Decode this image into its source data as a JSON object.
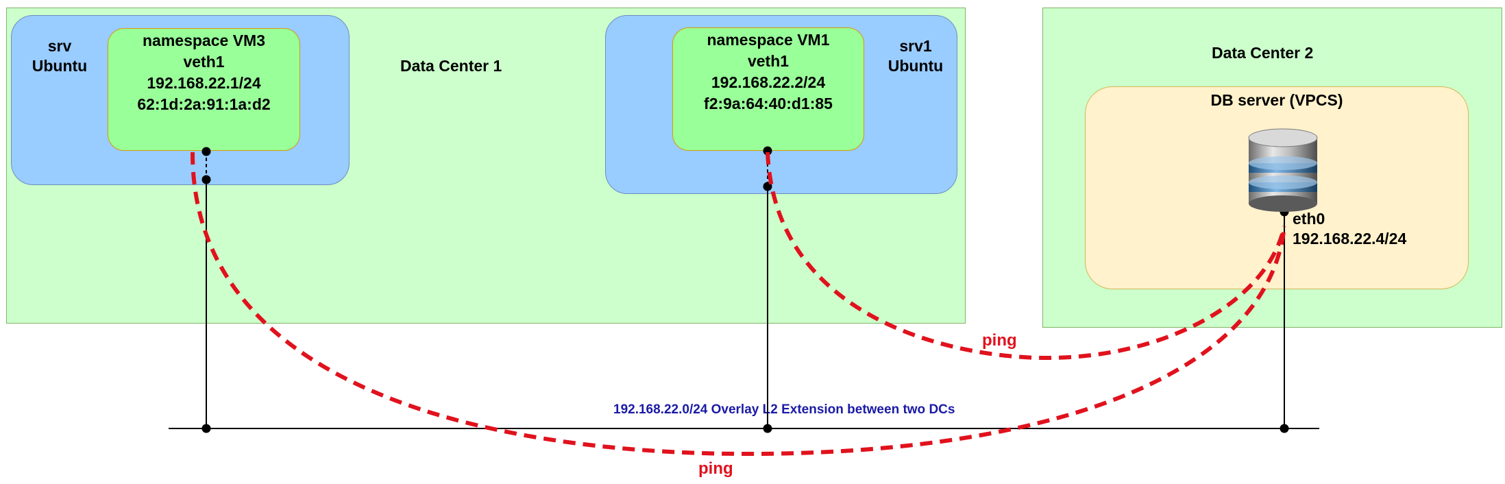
{
  "dc1": {
    "title": "Data Center 1"
  },
  "dc2": {
    "title": "Data Center 2"
  },
  "srv_left": {
    "name": "srv",
    "os": "Ubuntu"
  },
  "srv_right": {
    "name": "srv1",
    "os": "Ubuntu"
  },
  "ns_vm3": {
    "title": "namespace VM3",
    "iface": "veth1",
    "ip": "192.168.22.1/24",
    "mac": "62:1d:2a:91:1a:d2"
  },
  "ns_vm1": {
    "title": "namespace VM1",
    "iface": "veth1",
    "ip": "192.168.22.2/24",
    "mac": "f2:9a:64:40:d1:85"
  },
  "db_server": {
    "title": "DB server (VPCS)",
    "iface": "eth0",
    "ip": "192.168.22.4/24",
    "icon": "database-icon"
  },
  "overlay": {
    "label": "192.168.22.0/24 Overlay L2 Extension between two DCs"
  },
  "pings": {
    "upper": "ping",
    "lower": "ping"
  },
  "colors": {
    "ping": "#e0121d",
    "overlay_text": "#1a1aa6",
    "dc_fill": "#ccffcc",
    "srv_fill": "#99ccff",
    "ns_fill": "#99ff99",
    "db_fill": "#fff2cc"
  }
}
